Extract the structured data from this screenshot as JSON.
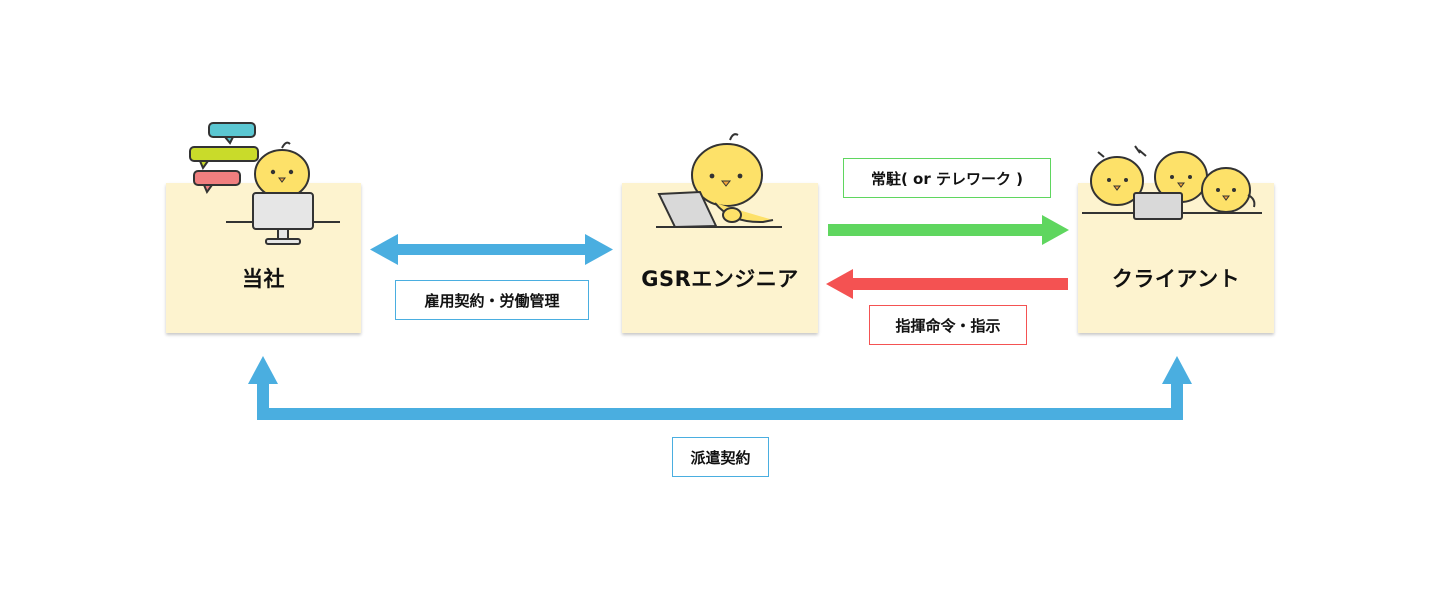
{
  "entities": {
    "company": "当社",
    "engineer": "GSRエンジニア",
    "client": "クライアント"
  },
  "relations": {
    "employment": "雇用契約・労働管理",
    "dispatch": "派遣契約",
    "onsite": "常駐( or テレワーク )",
    "command": "指揮命令・指示"
  },
  "colors": {
    "card": "#fdf3cf",
    "blue_arrow": "#4aaee0",
    "green_arrow": "#5fd65f",
    "red_arrow": "#f45252",
    "chick": "#fde169"
  }
}
